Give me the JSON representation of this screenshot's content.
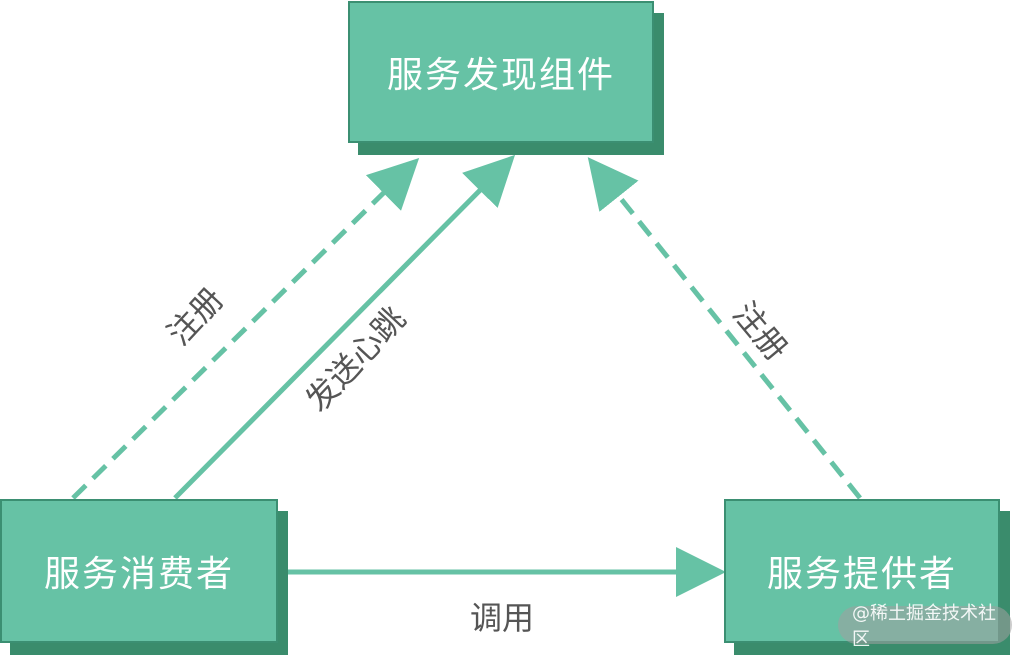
{
  "nodes": {
    "discovery": "服务发现组件",
    "consumer": "服务消费者",
    "provider": "服务提供者"
  },
  "edges": {
    "consumer_register": "注册",
    "consumer_heartbeat": "发送心跳",
    "provider_register": "注册",
    "consumer_invoke_provider": "调用"
  },
  "watermark": "@稀土掘金技术社区",
  "colors": {
    "node_fill": "#66c2a5",
    "node_border": "#3b8f72",
    "node_shadow": "#3a8c6c",
    "edge": "#66c2a5",
    "label": "#555555"
  }
}
